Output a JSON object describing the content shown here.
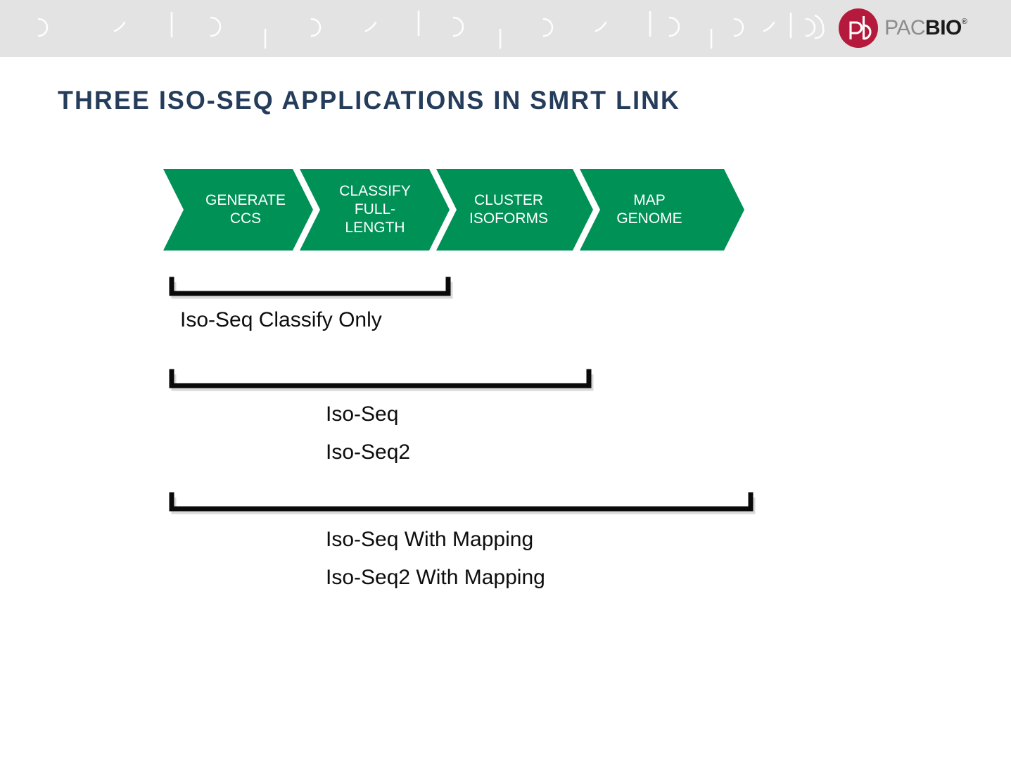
{
  "header": {
    "background_color": "#e3e3e3",
    "watermark_name": "pacbio-abstract-glyph-pattern",
    "logo": {
      "mark_name": "pacbio-pb-monogram",
      "mark_color": "#b51a3c",
      "word_primary": "PAC",
      "word_secondary": "BIO",
      "registered_mark": "®",
      "word_primary_color": "#8c8c8c",
      "word_secondary_color": "#1a1a1a"
    }
  },
  "title": {
    "text": "THREE ISO-SEQ APPLICATIONS IN SMRT LINK",
    "color": "#253d5b"
  },
  "pipeline": {
    "accent_color": "#009156",
    "steps": [
      {
        "label": "GENERATE\nCCS",
        "name": "generate-ccs"
      },
      {
        "label": "CLASSIFY\nFULL-\nLENGTH",
        "name": "classify-full-length"
      },
      {
        "label": "CLUSTER\nISOFORMS",
        "name": "cluster-isoforms"
      },
      {
        "label": "MAP\nGENOME",
        "name": "map-genome"
      }
    ]
  },
  "groups": [
    {
      "name": "iso-seq-classify-only",
      "bracket_spans_steps": "1",
      "captions": [
        "Iso-Seq Classify Only"
      ]
    },
    {
      "name": "iso-seq-cluster",
      "bracket_spans_steps": "1-3",
      "captions": [
        "Iso-Seq",
        "Iso-Seq2"
      ]
    },
    {
      "name": "iso-seq-with-mapping",
      "bracket_spans_steps": "1-4",
      "captions": [
        "Iso-Seq With Mapping",
        "Iso-Seq2 With Mapping"
      ]
    }
  ]
}
